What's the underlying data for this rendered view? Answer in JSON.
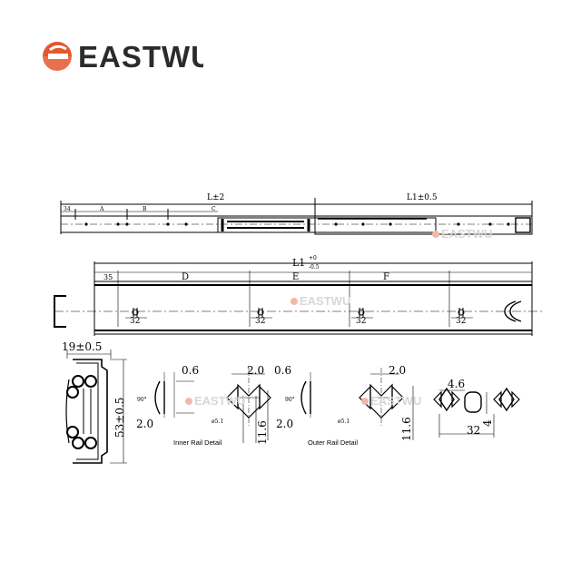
{
  "brand": {
    "name": "EASTWU",
    "color": "#e4572e",
    "watermark": "EASTWU"
  },
  "top_view": {
    "overall_left": "L±2",
    "overall_right": "L1±0.5",
    "seg_34": "34",
    "seg_a": "A",
    "seg_b": "B",
    "seg_c": "C"
  },
  "mid_view": {
    "overall": "L1",
    "tol_upper": "+0",
    "tol_lower": "-0.5",
    "seg_35": "35",
    "seg_d": "D",
    "seg_e": "E",
    "seg_f": "F",
    "pitch": "32"
  },
  "section": {
    "width": "19±0.5",
    "height": "53±0.5"
  },
  "inner_detail": {
    "caption": "Inner Rail Detail",
    "dim_top": "0.6",
    "dim_mid": "2.0",
    "dim_mid_b": "0.6",
    "dim_left": "2.0",
    "dim_height": "11.6",
    "angle": "90°",
    "hole": "ø5.1"
  },
  "outer_detail": {
    "caption": "Outer Rail Detail",
    "dim_left": "2.0",
    "dim_top": "2.0",
    "dim_height": "11.6",
    "angle": "90°",
    "hole": "ø5.1"
  },
  "hole_detail": {
    "dim_width": "4.6",
    "dim_pitch": "32",
    "dim_height": "4"
  }
}
